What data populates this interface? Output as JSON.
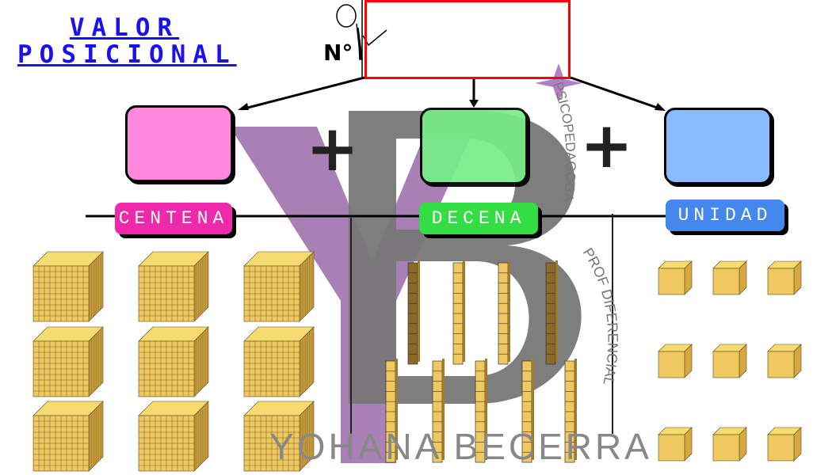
{
  "title": {
    "line1": "VALOR",
    "line2": "POSICIONAL"
  },
  "number_label": "N°",
  "number_box": {
    "value": "",
    "border_color": "#ff0000"
  },
  "plus_signs": [
    "+",
    "+"
  ],
  "columns": [
    {
      "name": "CENTENA",
      "box_color": "#ff88dd",
      "label_color": "#ee2aaa",
      "block_type": "hundred-cube",
      "count": 9
    },
    {
      "name": "DECENA",
      "box_color": "#77ee88",
      "label_color": "#33dd44",
      "block_type": "ten-rod",
      "count": 9
    },
    {
      "name": "UNIDAD",
      "box_color": "#88bbff",
      "label_color": "#4488ee",
      "block_type": "unit-cube",
      "count": 9
    }
  ],
  "watermark": {
    "logo": "YB",
    "arc_text_1": "PSICOPEDAGOGA",
    "arc_text_2": "PROF DIFERENCIAL",
    "name": "YOHANA BECERRA"
  },
  "colors": {
    "block": "#f0c860",
    "block_dark": "#8a6a2a",
    "grid": "#5a4a20"
  }
}
